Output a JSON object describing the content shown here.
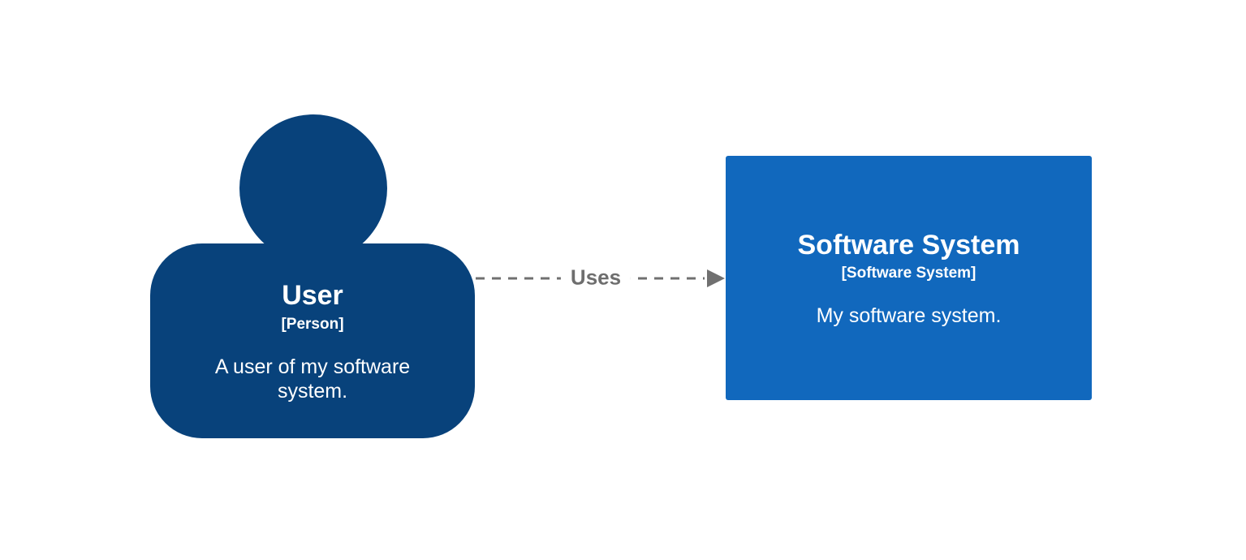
{
  "canvas": {
    "background": "#ffffff"
  },
  "person": {
    "name": "User",
    "metadata": "[Person]",
    "description": "A user of my software system.",
    "fill": "#08427b",
    "text_color": "#ffffff"
  },
  "system": {
    "name": "Software System",
    "metadata": "[Software System]",
    "description": "My software system.",
    "fill": "#1168bd",
    "text_color": "#ffffff"
  },
  "relationship": {
    "label": "Uses",
    "from": "User",
    "to": "Software System",
    "style": "dashed",
    "line_color": "#707070",
    "label_color": "#6e6e6e"
  }
}
